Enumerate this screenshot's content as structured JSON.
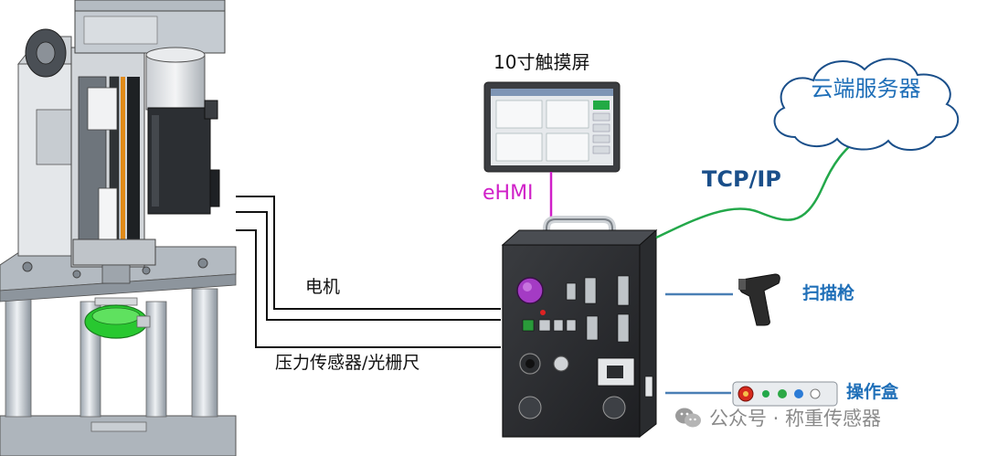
{
  "labels": {
    "touchscreen": "10寸触摸屏",
    "ehmi": "eHMI",
    "tcpip": "TCP/IP",
    "cloud_server": "云端服务器",
    "motor": "电机",
    "sensor": "压力传感器/光栅尺",
    "scanner": "扫描枪",
    "operation_box": "操作盒"
  },
  "watermark": {
    "text": "公众号 · 称重传感器"
  },
  "colors": {
    "ehmi_line": "#d020c8",
    "tcp_line": "#23a84a",
    "device_link": "#4a7fb5",
    "cable": "#111111",
    "label_blue": "#1f6fb8",
    "tcp_text": "#1a4f8a"
  }
}
